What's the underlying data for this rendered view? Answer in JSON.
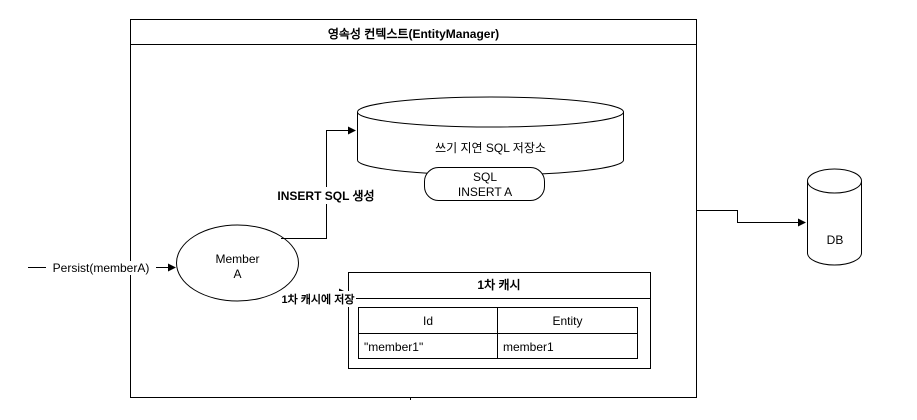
{
  "persistence_context": {
    "title": "영속성 컨텍스트(EntityManager)"
  },
  "persist_call": {
    "label": "Persist(memberA)"
  },
  "member_entity": {
    "line1": "Member",
    "line2": "A"
  },
  "insert_edge": {
    "label": "INSERT SQL 생성"
  },
  "write_behind_store": {
    "label": "쓰기  지연 SQL 저장소"
  },
  "sql_item": {
    "line1": "SQL",
    "line2": "INSERT A"
  },
  "cache_edge": {
    "label": "1차 캐시에 저장"
  },
  "first_level_cache": {
    "title": "1차 캐시",
    "columns": [
      "Id",
      "Entity"
    ],
    "rows": [
      [
        "\"member1\"",
        "member1"
      ]
    ]
  },
  "database": {
    "label": "DB"
  }
}
